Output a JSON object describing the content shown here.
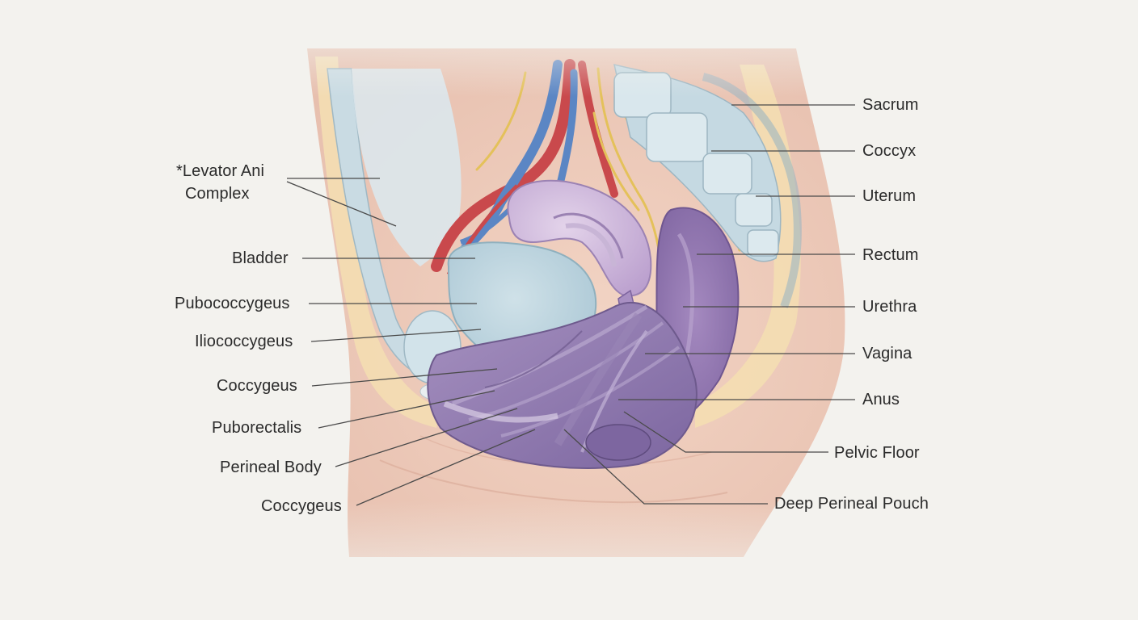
{
  "labels": {
    "levator_ani_complex_line1": "*Levator Ani",
    "levator_ani_complex_line2": "Complex",
    "bladder": "Bladder",
    "pubococcygeus": "Pubococcygeus",
    "iliococcygeus": "Iliococcygeus",
    "coccygeus_upper": "Coccygeus",
    "puborectalis": "Puborectalis",
    "perineal_body": "Perineal Body",
    "coccygeus_lower": "Coccygeus",
    "sacrum": "Sacrum",
    "coccyx": "Coccyx",
    "uterum": "Uterum",
    "rectum": "Rectum",
    "urethra": "Urethra",
    "vagina": "Vagina",
    "anus": "Anus",
    "pelvic_floor": "Pelvic Floor",
    "deep_perineal_pouch": "Deep Perineal Pouch"
  },
  "colors": {
    "background": "#f3f2ee",
    "skin": "#ecc9b7",
    "fat": "#f3dcb2",
    "muscle": "#8e76ab",
    "organ_purple": "#b79ccb",
    "bladder": "#b9d3de",
    "bone": "#d6e4ea",
    "artery": "#c9494c",
    "vein": "#5b86c4",
    "nerve": "#e4c15a"
  }
}
